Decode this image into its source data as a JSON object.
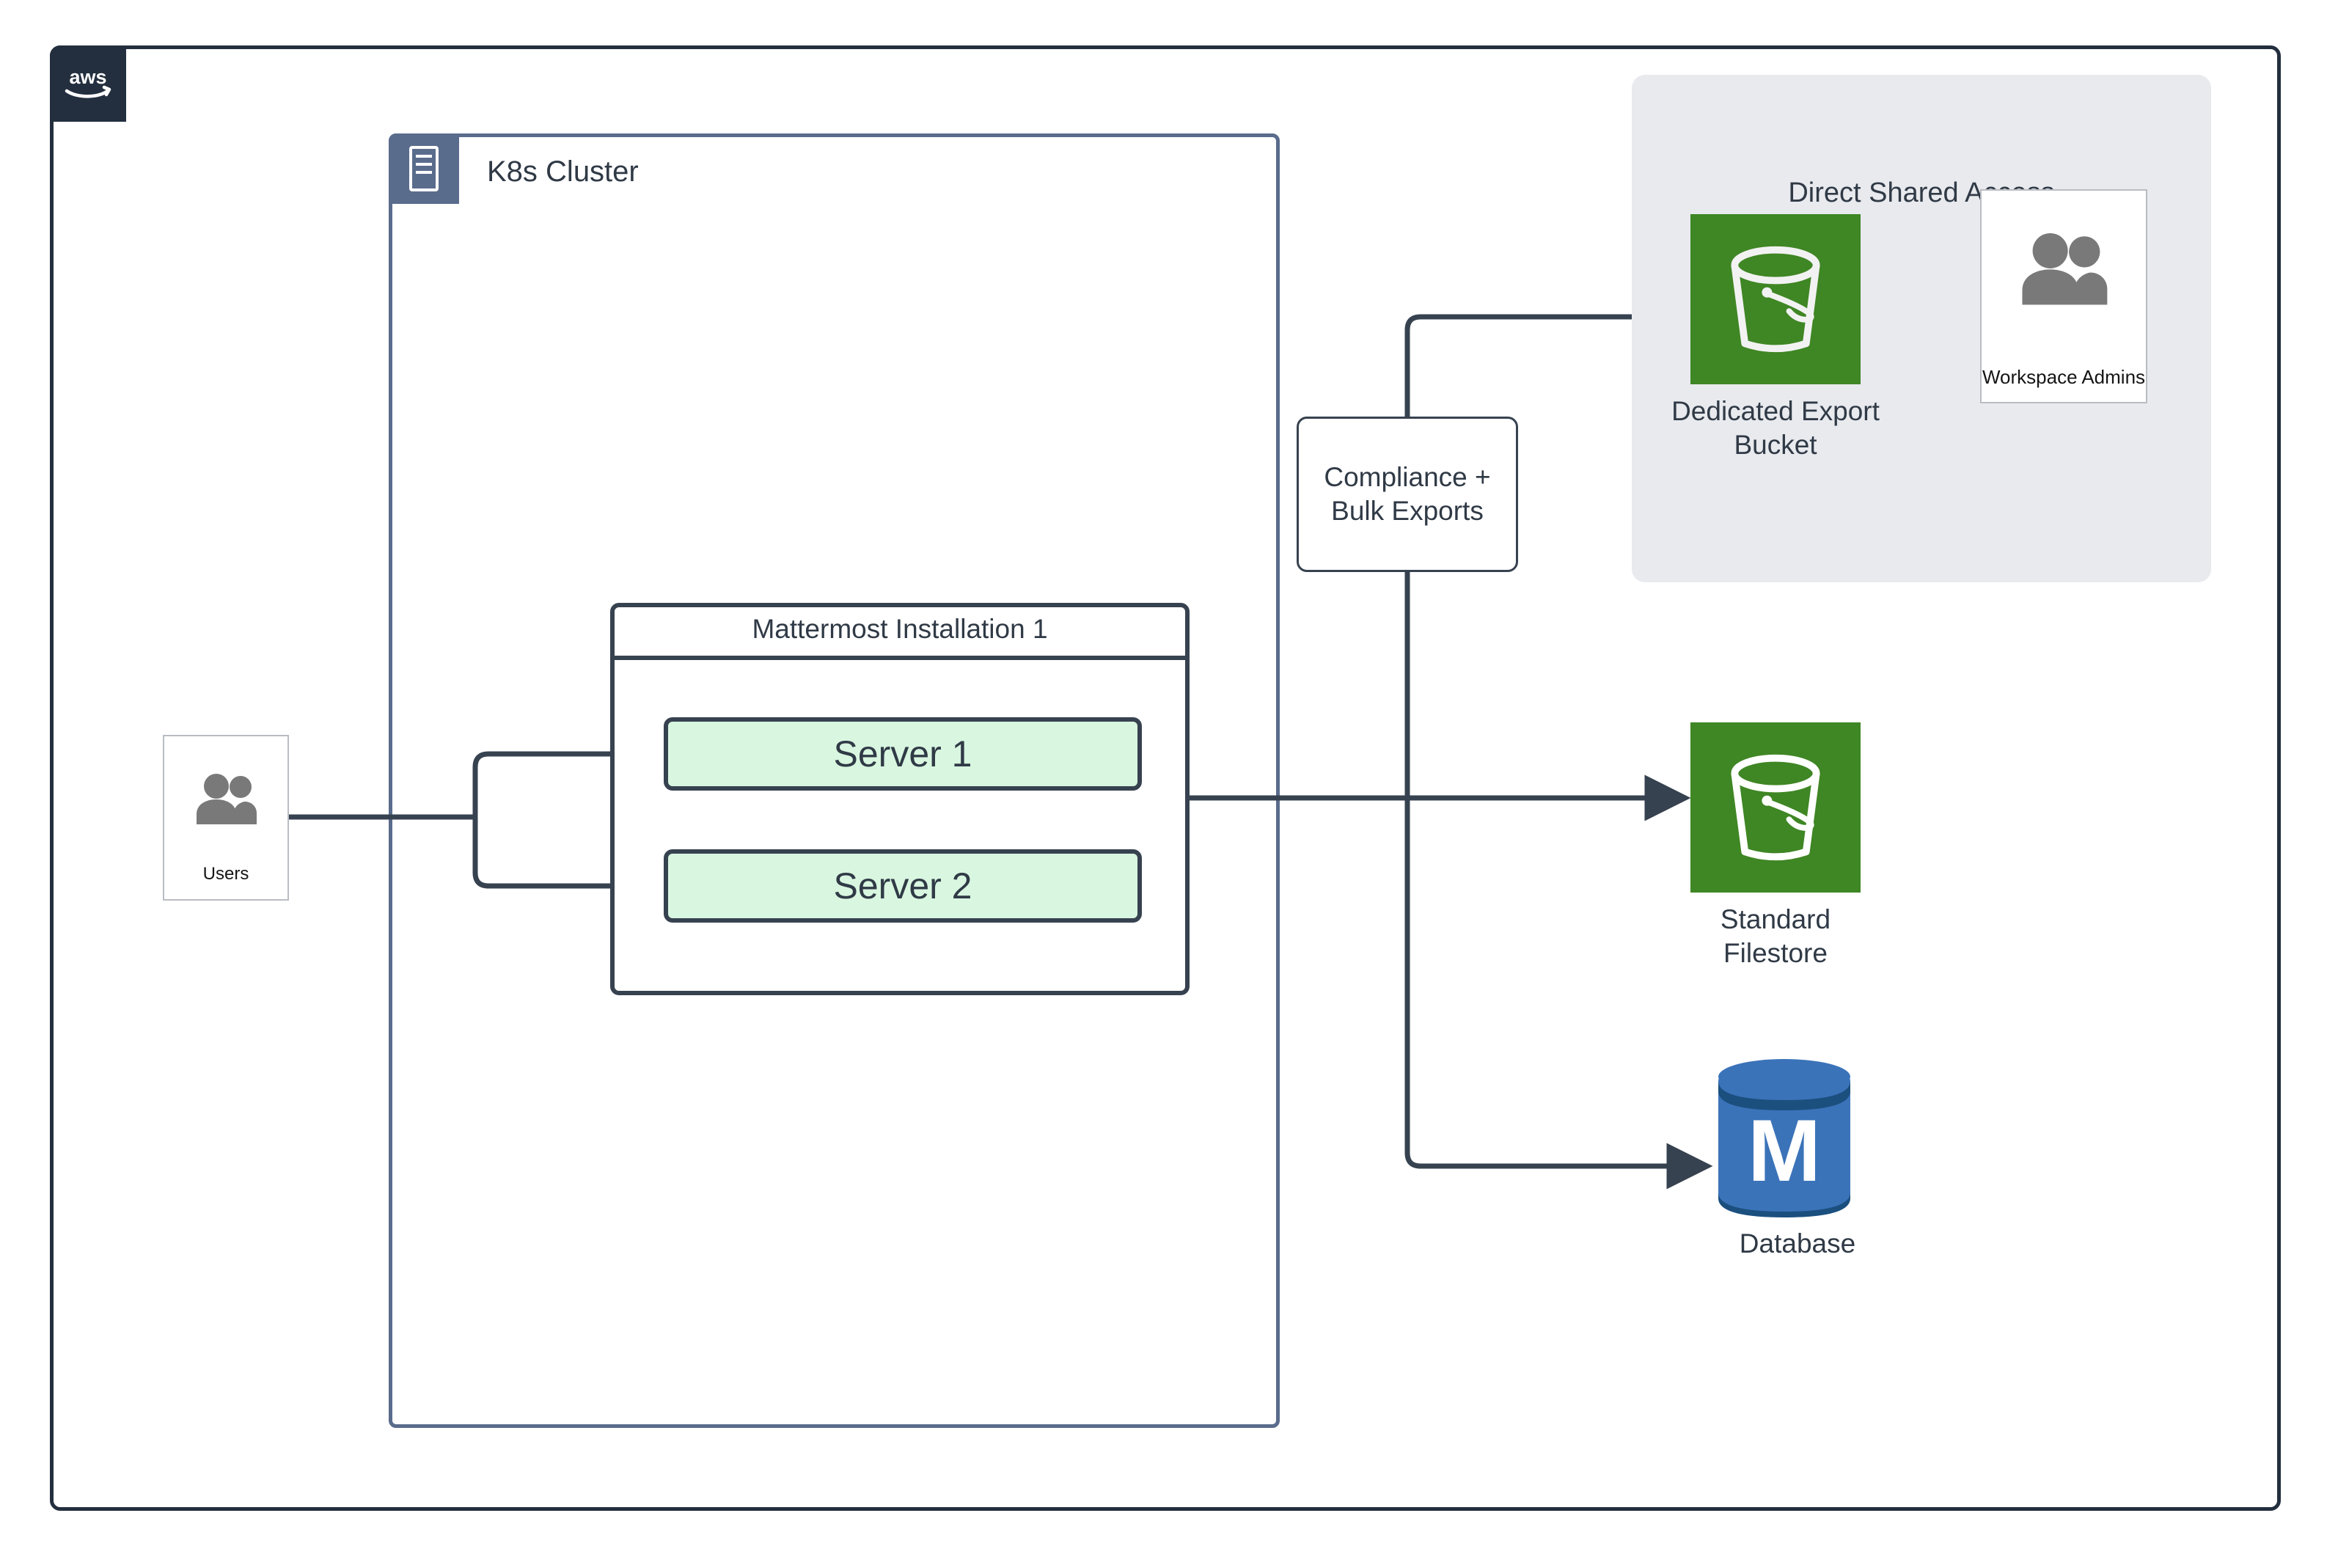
{
  "diagram": {
    "cloud_provider": "aws",
    "colors": {
      "aws_navy": "#232f3e",
      "k8s_slate": "#5a6c8c",
      "node_stroke": "#374250",
      "server_fill": "#d9f6e0",
      "s3_green": "#3f8624",
      "db_blue": "#3b73b9",
      "db_blue_dark": "#1b4f7e",
      "group_gray": "#e8eaee",
      "actor_gray": "#797979"
    }
  },
  "aws_frame": {
    "badge_icon": "aws-logo-icon"
  },
  "k8s_cluster": {
    "title": "K8s Cluster",
    "badge_icon": "server-rack-icon"
  },
  "mattermost_installation": {
    "title": "Mattermost Installation 1",
    "servers": [
      {
        "label": "Server 1"
      },
      {
        "label": "Server 2"
      }
    ]
  },
  "actors": {
    "users": {
      "label": "Users",
      "icon": "users-group-icon"
    },
    "workspace_admins": {
      "label": "Workspace Admins",
      "icon": "users-group-icon"
    }
  },
  "compliance_node": {
    "line_1": "Compliance +",
    "line_2": "Bulk Exports"
  },
  "shared_access_group": {
    "title": "Direct Shared Access"
  },
  "storage_nodes": {
    "export_bucket": {
      "label": "Dedicated Export\nBucket",
      "icon": "s3-bucket-icon"
    },
    "standard_filestore": {
      "label": "Standard\nFilestore",
      "icon": "s3-bucket-icon"
    },
    "database": {
      "label": "Database",
      "icon": "mattermost-database-icon",
      "glyph": "M"
    }
  }
}
